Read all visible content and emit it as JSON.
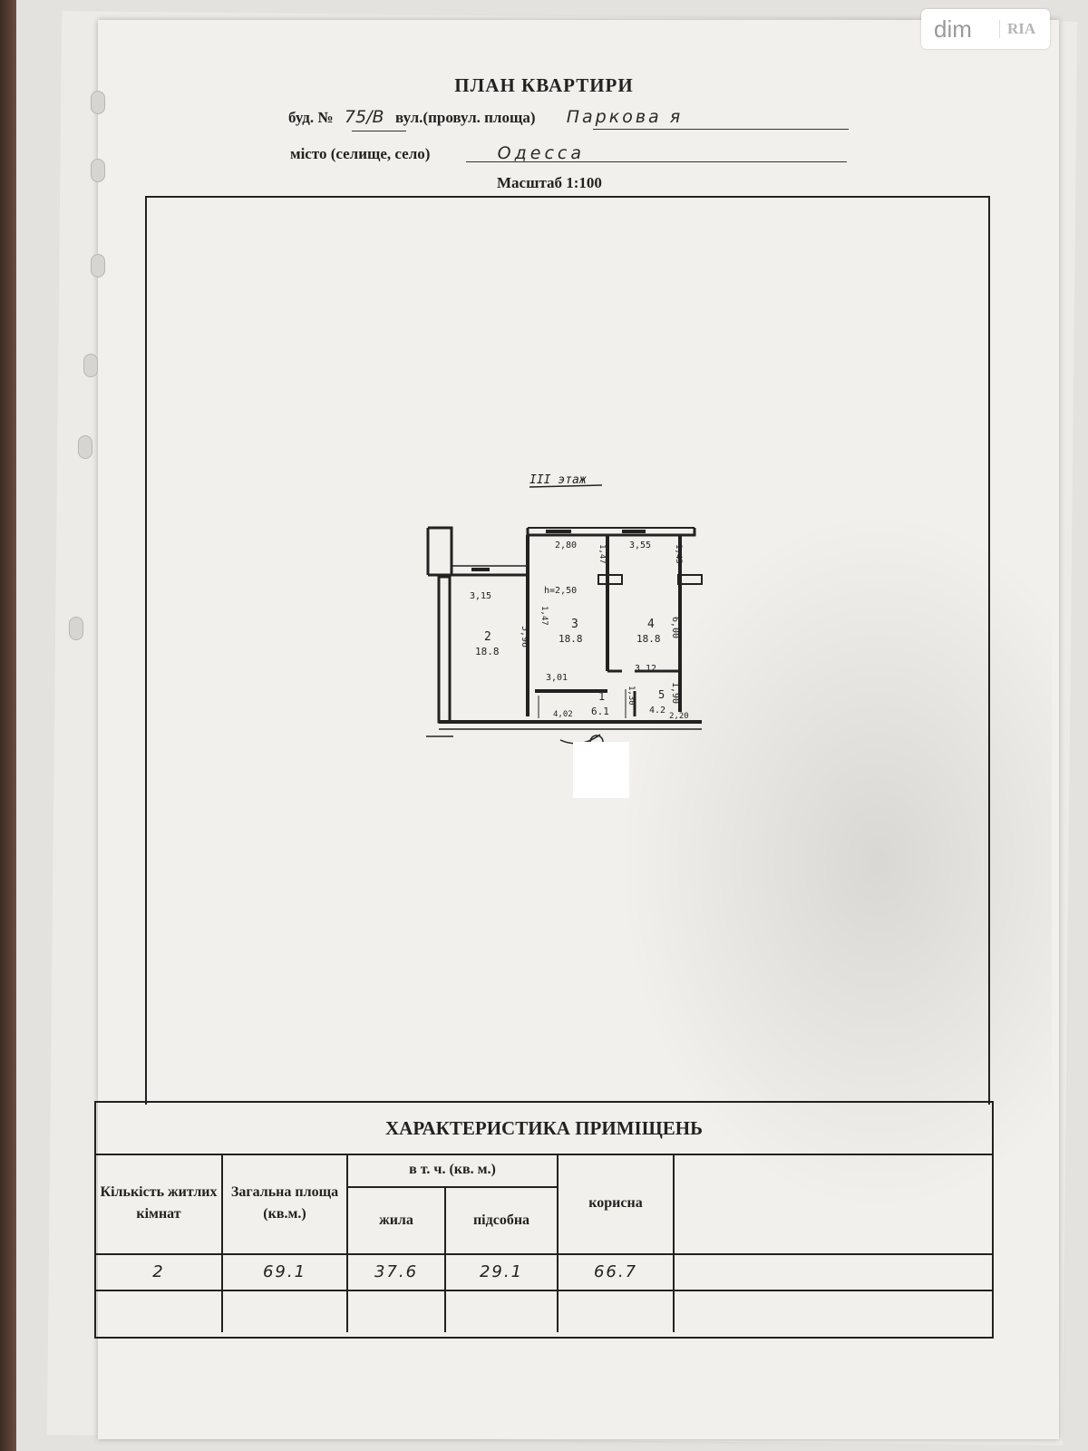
{
  "watermark": {
    "dim": "dim",
    "ria": "RIA"
  },
  "document": {
    "title": "ПЛАН КВАРТИРИ",
    "building_label": "буд. №",
    "building_value": "75/В",
    "street_label": "вул.(провул. площа)",
    "street_value": "Паркова я",
    "city_label": "місто (селище, село)",
    "city_value": "Одесса",
    "scale": "Масштаб   1:100"
  },
  "plan": {
    "floor_label": "III этаж",
    "rooms": [
      {
        "number": "2",
        "area": "18.8"
      },
      {
        "number": "3",
        "area": "18.8"
      },
      {
        "number": "4",
        "area": "18.8"
      },
      {
        "number": "1",
        "area": "6.1"
      },
      {
        "number": "5",
        "area": "4.2"
      }
    ],
    "dimensions": {
      "d_280": "2,80",
      "d_355": "3,55",
      "d_315": "3,15",
      "d_h": "h=2,50",
      "d_596": "5,96",
      "d_301": "3,01",
      "d_312": "3,12",
      "d_600": "6,00",
      "d_402": "4,02",
      "d_190": "1,90",
      "d_220": "2,20",
      "d_147a": "1,47",
      "d_147b": "1,47",
      "d_145": "1,45",
      "d_130": "1,30"
    }
  },
  "table": {
    "title": "ХАРАКТЕРИСТИКА ПРИМІЩЕНЬ",
    "headers": {
      "rooms_count": "Кількість житлих кімнат",
      "total_area": "Загальна площа (кв.м.)",
      "including": "в т. ч. (кв. м.)",
      "living": "жила",
      "auxiliary": "підсобна",
      "useful": "корисна"
    },
    "row": {
      "rooms_count": "2",
      "total_area": "69.1",
      "living": "37.6",
      "auxiliary": "29.1",
      "useful": "66.7"
    }
  }
}
